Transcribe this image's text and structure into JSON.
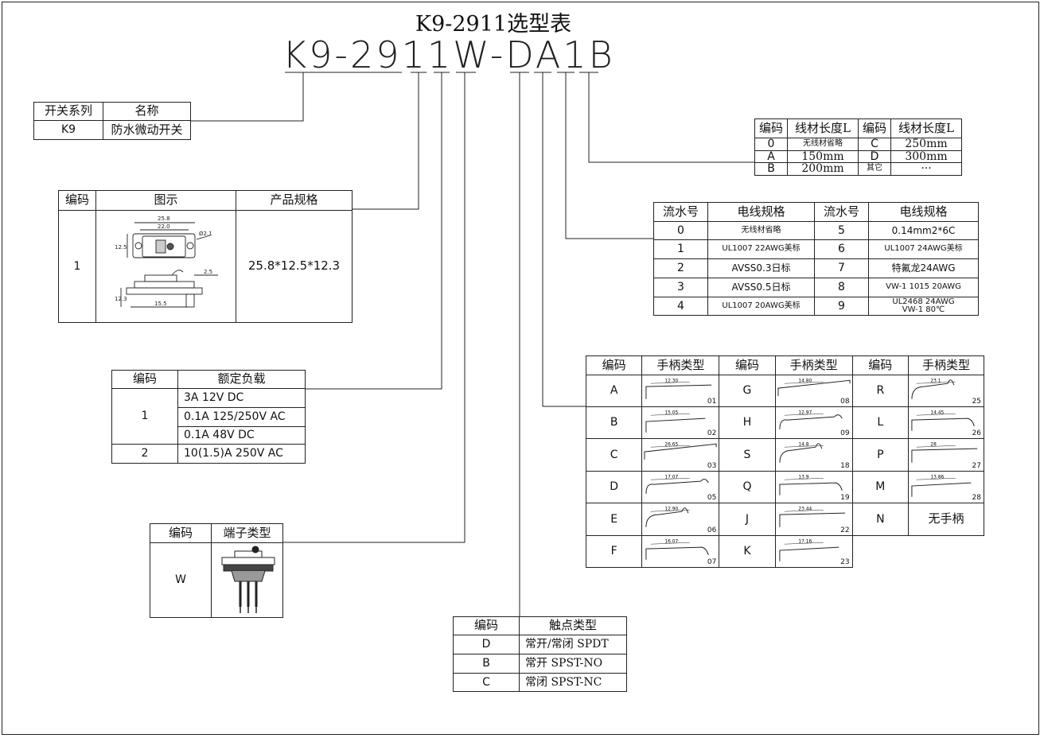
{
  "title": "K9-2911选型表",
  "model_code": "K9-2911W-DA1B",
  "series": {
    "headers": [
      "开关系列",
      "名称"
    ],
    "rows": [
      [
        "K9",
        "防水微动开关"
      ]
    ]
  },
  "product": {
    "headers": [
      "编码",
      "图示",
      "产品规格"
    ],
    "row": {
      "code": "1",
      "spec": "25.8*12.5*12.3"
    },
    "drawing": {
      "w_top": "25.8",
      "w_inner": "22.0",
      "hole": "Ø2.1",
      "h_side": "12.5",
      "h_side2": "12.3",
      "base": "15.5",
      "lever": "2.5"
    }
  },
  "load": {
    "headers": [
      "编码",
      "额定负载"
    ],
    "group1_code": "1",
    "group1": [
      "3A 12V DC",
      "0.1A 125/250V AC",
      "0.1A 48V DC"
    ],
    "group2_code": "2",
    "group2": "10(1.5)A 250V AC"
  },
  "terminal": {
    "headers": [
      "编码",
      "端子类型"
    ],
    "row": {
      "code": "W"
    }
  },
  "contact": {
    "headers": [
      "编码",
      "触点类型"
    ],
    "rows": [
      {
        "code": "D",
        "type": "常开/常闭 SPDT"
      },
      {
        "code": "B",
        "type": "常开 SPST-NO"
      },
      {
        "code": "C",
        "type": "常闭 SPST-NC"
      }
    ]
  },
  "wire_length": {
    "headers": [
      "编码",
      "线材长度L",
      "编码",
      "线材长度L"
    ],
    "rows": [
      [
        "0",
        "无线材省略",
        "C",
        "250mm"
      ],
      [
        "A",
        "150mm",
        "D",
        "300mm"
      ],
      [
        "B",
        "200mm",
        "其它",
        "···"
      ]
    ]
  },
  "wire_spec": {
    "headers": [
      "流水号",
      "电线规格",
      "流水号",
      "电线规格"
    ],
    "rows": [
      [
        "0",
        "无线材省略",
        "5",
        "0.14mm2*6C"
      ],
      [
        "1",
        "UL1007 22AWG美标",
        "6",
        "UL1007 24AWG美标"
      ],
      [
        "2",
        "AVSS0.3日标",
        "7",
        "特氟龙24AWG"
      ],
      [
        "3",
        "AVSS0.5日标",
        "8",
        "VW-1 1015 20AWG"
      ],
      [
        "4",
        "UL1007 20AWG美标",
        "9",
        "UL2468 24AWG"
      ]
    ],
    "row4_extra": "VW-1 80℃"
  },
  "handle": {
    "headers": [
      "编码",
      "手柄类型",
      "编码",
      "手柄类型",
      "编码",
      "手柄类型"
    ],
    "rows": [
      [
        {
          "c": "A",
          "n": "01",
          "d": "12.30"
        },
        {
          "c": "G",
          "n": "08",
          "d": "14.80"
        },
        {
          "c": "R",
          "n": "25",
          "d": "23.1"
        }
      ],
      [
        {
          "c": "B",
          "n": "02",
          "d": "15.05"
        },
        {
          "c": "H",
          "n": "09",
          "d": "12.97"
        },
        {
          "c": "L",
          "n": "26",
          "d": "14.45"
        }
      ],
      [
        {
          "c": "C",
          "n": "03",
          "d": "26.65"
        },
        {
          "c": "S",
          "n": "18",
          "d": "14.8"
        },
        {
          "c": "P",
          "n": "27",
          "d": "28"
        }
      ],
      [
        {
          "c": "D",
          "n": "05",
          "d": "17.07"
        },
        {
          "c": "Q",
          "n": "19",
          "d": "13.9"
        },
        {
          "c": "M",
          "n": "28",
          "d": "13.86"
        }
      ],
      [
        {
          "c": "E",
          "n": "06",
          "d": "12.90"
        },
        {
          "c": "J",
          "n": "22",
          "d": "23.44"
        },
        {
          "c": "N",
          "text": "无手柄"
        }
      ],
      [
        {
          "c": "F",
          "n": "07",
          "d": "16.07"
        },
        {
          "c": "K",
          "n": "23",
          "d": "17.16"
        },
        null
      ]
    ]
  }
}
